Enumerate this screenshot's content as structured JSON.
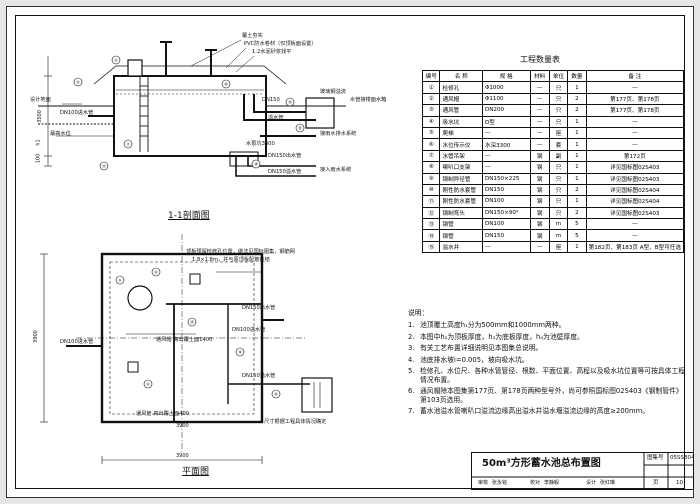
{
  "section_view": {
    "title": "1-1剖面图",
    "labels": {
      "cover_soil": "覆土夯实",
      "waterproof": "PVC防水卷材（仅顶板面设置）",
      "lime_soil": "1:2水泥砂浆找平",
      "design_ground": "设计地面",
      "dn100_inlet": "DN100进水管",
      "buried_pipe": "DN150",
      "glass_tank": "玻璃钢溢流",
      "to_drain": "接雨水排水系统",
      "max_level": "最高水位",
      "overflow_pipe": "溢水管",
      "drain_sump": "水泵坑3300",
      "dn150_outlet": "DN150出水管",
      "dn150_overflow": "DN150溢水管",
      "to_pump": "接入雨水系统",
      "to_outlet": "水管接楼面水箱",
      "dim_h1": "3500",
      "dim_h2": "100",
      "dim_h3": "h1"
    }
  },
  "plan_view": {
    "title": "平面图",
    "labels": {
      "note_top": "顶板预留检修孔位置，做法见国标图集，钢筋网",
      "note_top2": "1.8×1.8m，并与原顶板配筋拉结",
      "dn150_outlet": "DN150出水管",
      "dn100_inlet": "DN100进水管",
      "vent": "通风帽 高出覆土面1400",
      "vent2": "通风管 高出覆土面400",
      "dn150_overflow": "DN150溢水管",
      "sump": "尺寸根据工程具体情况确定",
      "dim_w": "3900",
      "dim_w2": "3900",
      "dim_h": "3900"
    }
  },
  "table": {
    "title": "工程数量表",
    "headers": [
      "编号",
      "名  称",
      "规  格",
      "材料",
      "单位",
      "数量",
      "备    注"
    ],
    "rows": [
      [
        "①",
        "检修孔",
        "Φ1000",
        "—",
        "只",
        "1",
        "—"
      ],
      [
        "②",
        "通风帽",
        "Φ1100",
        "—",
        "只",
        "2",
        "第177页、第178页"
      ],
      [
        "③",
        "通风管",
        "DN200",
        "—",
        "只",
        "2",
        "第177页、第178页"
      ],
      [
        "④",
        "吸水坑",
        "D型",
        "—",
        "只",
        "1",
        "—"
      ],
      [
        "⑤",
        "爬梯",
        "—",
        "—",
        "座",
        "1",
        "—"
      ],
      [
        "⑥",
        "水位传示仪",
        "水深3300",
        "—",
        "套",
        "1",
        "—"
      ],
      [
        "⑦",
        "水管吊架",
        "—",
        "钢",
        "副",
        "1",
        "第172页"
      ],
      [
        "⑧",
        "喇叭口支架",
        "—",
        "钢",
        "只",
        "1",
        "详见国标图02S403"
      ],
      [
        "⑨",
        "钢制异径管",
        "DN150×225",
        "钢",
        "只",
        "1",
        "详见国标图02S403"
      ],
      [
        "⑩",
        "刚性防水套管",
        "DN150",
        "钢",
        "只",
        "2",
        "详见国标图02S404"
      ],
      [
        "⑪",
        "刚性防水套管",
        "DN100",
        "钢",
        "只",
        "1",
        "详见国标图02S404"
      ],
      [
        "⑫",
        "钢制弯头",
        "DN150×90°",
        "钢",
        "只",
        "2",
        "详见国标图02S403"
      ],
      [
        "⑬",
        "钢管",
        "DN100",
        "钢",
        "m",
        "5",
        "—"
      ],
      [
        "⑭",
        "钢管",
        "DN150",
        "钢",
        "m",
        "5",
        "—"
      ],
      [
        "⑮",
        "溢水井",
        "—",
        "—",
        "座",
        "1",
        "第182页、第183页 A型、B型可任选"
      ]
    ]
  },
  "notes": {
    "heading": "说明：",
    "items": [
      "池顶覆土高度h₁分为500mm和1000mm两种。",
      "本图中h₂为顶板厚度，h₃为底板厚度，h₄为池壁厚度。",
      "有关工艺布置详细说明见本图集总说明。",
      "池底排水坡i=0.005，坡向吸水坑。",
      "检修孔、水位尺、各种水管管径、根数、平面位置、高程以及吸水坑位置等可按具体工程情况布置。",
      "通风帽除本图集第177页、第178页两种型号外，尚可参照国标图02S403《钢制管件》第103页选用。",
      "蓄水池溢水管喇叭口溢流边缘高出溢水井溢水堰溢流边缘的高度≥200mm。"
    ]
  },
  "title_block": {
    "drawing_title": "50m³方形蓄水池总布置图",
    "atlas_label": "图集号",
    "atlas_no": "05SS804",
    "page_label": "页",
    "page_no": "10",
    "review_label": "审核",
    "review_name": "张永铭",
    "check_label": "校对",
    "check_name": "李静毅",
    "design_label": "设计",
    "design_name": "张红琳"
  }
}
